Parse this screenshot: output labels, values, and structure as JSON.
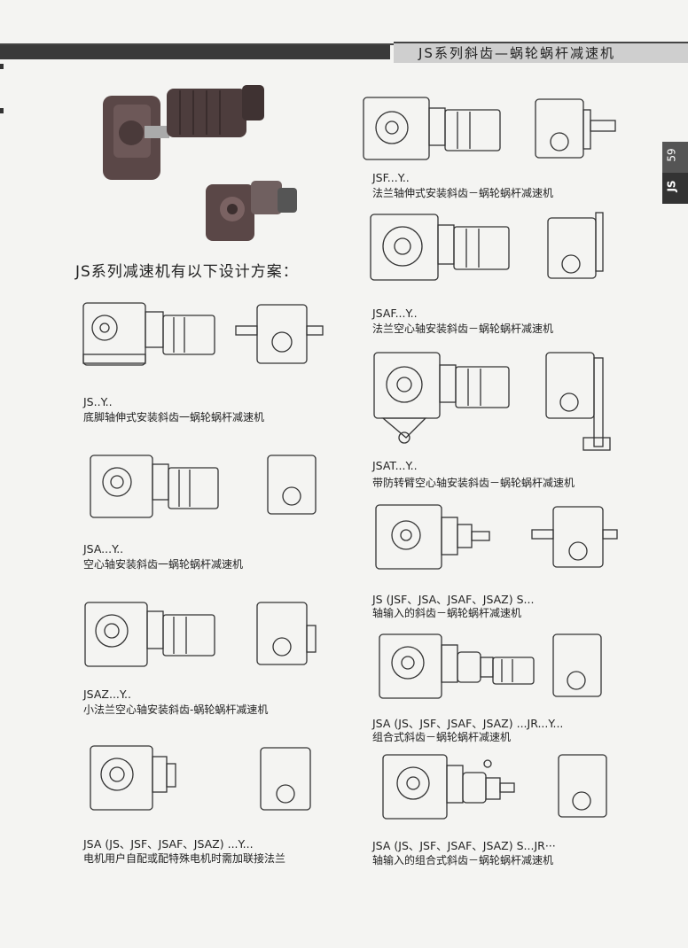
{
  "header": {
    "title": "JS系列斜齿—蜗轮蜗杆减速机"
  },
  "side_tab": {
    "page": "59",
    "code": "JS"
  },
  "heading": "JS系列减速机有以下设计方案：",
  "items": [
    {
      "code": "JS..Y..",
      "desc": "底脚轴伸式安装斜齿一蜗轮蜗杆减速机"
    },
    {
      "code": "JSA...Y..",
      "desc": "空心轴安装斜齿一蜗轮蜗杆减速机"
    },
    {
      "code": "JSAZ...Y..",
      "desc": "小法兰空心轴安装斜齿-蜗轮蜗杆减速机"
    },
    {
      "code": "JSA (JS、JSF、JSAF、JSAZ) ...Y...",
      "desc": "电机用户自配或配特殊电机时需加联接法兰"
    },
    {
      "code": "JSF...Y..",
      "desc": "法兰轴伸式安装斜齿－蜗轮蜗杆减速机"
    },
    {
      "code": "JSAF...Y..",
      "desc": "法兰空心轴安装斜齿－蜗轮蜗杆减速机"
    },
    {
      "code": "JSAT...Y..",
      "desc": "带防转臂空心轴安装斜齿－蜗轮蜗杆减速机"
    },
    {
      "code": "JS (JSF、JSA、JSAF、JSAZ) S...",
      "desc": "轴输入的斜齿－蜗轮蜗杆减速机"
    },
    {
      "code": "JSA (JS、JSF、JSAF、JSAZ) ...JR...Y...",
      "desc": "组合式斜齿－蜗轮蜗杆减速机"
    },
    {
      "code": "JSA (JS、JSF、JSAF、JSAZ) S...JR···",
      "desc": "轴输入的组合式斜齿－蜗轮蜗杆减速机"
    }
  ]
}
